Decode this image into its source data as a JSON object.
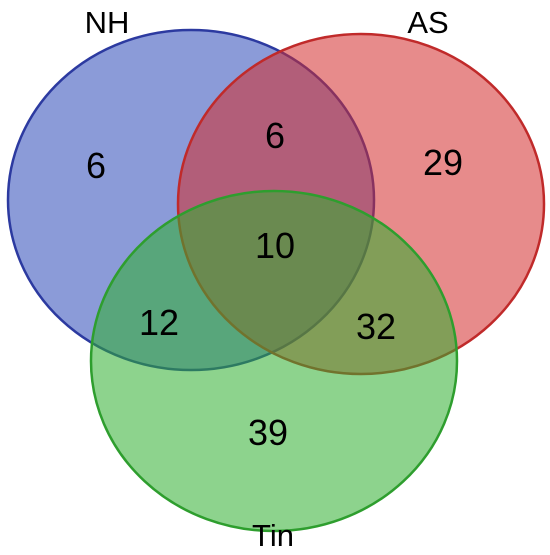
{
  "sets": [
    {
      "key": "nh",
      "label": "NH",
      "fill": "#2c48b8",
      "stroke": "#2c3aa0"
    },
    {
      "key": "as",
      "label": "AS",
      "fill": "#d42c2c",
      "stroke": "#c02a2a"
    },
    {
      "key": "tin",
      "label": "Tin",
      "fill": "#2fae2f",
      "stroke": "#2e9e2e"
    }
  ],
  "regions": {
    "nh_only": "6",
    "nh_as": "6",
    "as_only": "29",
    "all_three": "10",
    "nh_tin": "12",
    "as_tin": "32",
    "tin_only": "39"
  }
}
